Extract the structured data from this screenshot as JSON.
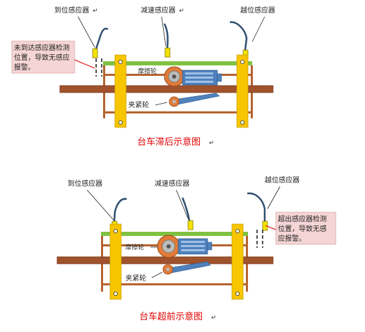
{
  "colors": {
    "rail": "#a0522d",
    "rail_dark": "#7a3a1a",
    "frame": "#b5622e",
    "yellow_bar": "#f7c600",
    "green_top": "#7fc241",
    "motor_blue": "#4f81bd",
    "motor_light": "#9fc0e6",
    "wheel_orange": "#e07b39",
    "wheel_gray": "#bbbbbb",
    "note_bg": "#f5d5d5",
    "cable": "#2f4f6f",
    "sensor": "#f2e200",
    "caption_red": "#e00000"
  },
  "top": {
    "caption": "台车滞后示意图",
    "labels": {
      "arrival_sensor": "到位感应器",
      "decel_sensor": "减速感应器",
      "overrun_sensor": "越位感应器",
      "friction_wheel": "摩擦轮",
      "pinch_wheel": "夹紧轮"
    },
    "note": {
      "line1": "未到达感应器检测",
      "line2": "位置，导致无感应",
      "line3": "报警。"
    }
  },
  "bottom": {
    "caption": "台车超前示意图",
    "labels": {
      "arrival_sensor": "到位感应器",
      "decel_sensor": "减速感应器",
      "overrun_sensor": "越位感应器",
      "friction_wheel": "摩擦轮",
      "pinch_wheel": "夹紧轮"
    },
    "note": {
      "line1": "超出感应器检测",
      "line2": "位置，导致无感",
      "line3": "应报警。"
    }
  },
  "paragraph_mark": "↵"
}
